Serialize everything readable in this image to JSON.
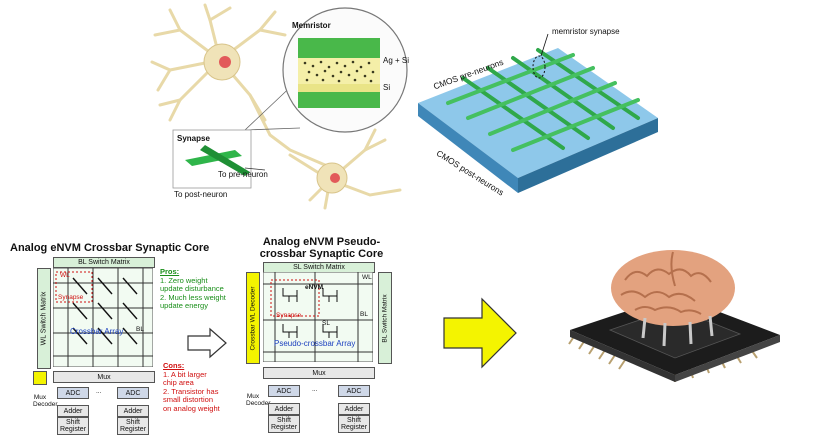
{
  "neuron_panel": {
    "memristor_label": "Memristor",
    "ag_si_label": "Ag + Si",
    "si_label": "Si",
    "synapse_label": "Synapse",
    "pre_neuron_label": "To pre-neuron",
    "post_neuron_label": "To post-neuron"
  },
  "crossbar_3d": {
    "synapse_label": "memristor synapse",
    "pre_neurons_label": "CMOS pre-neurons",
    "post_neurons_label": "CMOS post-neurons"
  },
  "left_core": {
    "title_line1": "Analog eNVM Crossbar Synaptic Core",
    "bl_switch": "BL Switch Matrix",
    "wl_switch": "WL Switch Matrix",
    "wl": "WL",
    "bl": "BL",
    "synapse": "Synapse",
    "array": "Crossbar Array",
    "mux": "Mux",
    "mux_decoder_line1": "Mux",
    "mux_decoder_line2": "Decoder",
    "adc": "ADC",
    "adder": "Adder",
    "shift_line1": "Shift",
    "shift_line2": "Register",
    "dots": "..."
  },
  "pros_cons": {
    "pros_title": "Pros:",
    "pro1_line1": "1. Zero weight",
    "pro1_line2": "update disturbance",
    "pro2_line1": "2. Much less weight",
    "pro2_line2": "update energy",
    "cons_title": "Cons:",
    "con1_line1": "1. A bit larger",
    "con1_line2": "chip area",
    "con2_line1": "2. Transistor has",
    "con2_line2": "small distortion",
    "con2_line3": "on analog weight"
  },
  "right_core": {
    "title_line1": "Analog eNVM Pseudo-",
    "title_line2": "crossbar Synaptic Core",
    "sl_switch": "SL Switch Matrix",
    "wl_decoder": "Crossbar WL Decoder",
    "bl_switch": "BL Switch Matrix",
    "wl": "WL",
    "bl": "BL",
    "sl": "SL",
    "envm": "eNVM",
    "synapse": "Synapse",
    "array": "Pseudo-crossbar Array",
    "mux": "Mux",
    "mux_decoder_line1": "Mux",
    "mux_decoder_line2": "Decoder",
    "adc": "ADC",
    "adder": "Adder",
    "shift_line1": "Shift",
    "shift_line2": "Register",
    "dots": "..."
  },
  "colors": {
    "arrow_yellow": "#f4f400",
    "green_bar": "#2fb54a",
    "chip_blue": "#5aa9d6",
    "pros_green": "#1a8f1a",
    "cons_red": "#d01010",
    "array_blue": "#1a3fbf"
  }
}
